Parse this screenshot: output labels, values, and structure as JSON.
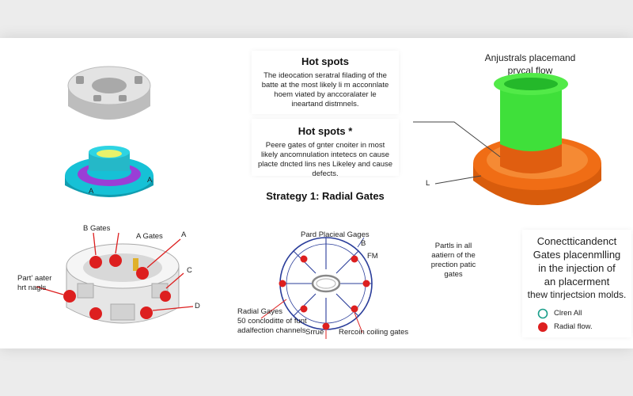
{
  "panel_hotspots_1": {
    "heading": "Hot spots",
    "body": "The ideocation seratral filading of the batte at the most likely li m acconnlate hoem viated by anccoralater le ineartand distmnels."
  },
  "panel_hotspots_2": {
    "heading": "Hot spots *",
    "body": "Peere gates of gnter cnoiter in most likely ancomnulation intetecs on cause placte dncted lins nes Likeley and cause defects."
  },
  "strategy": {
    "heading": "Strategy 1: Radial Gates"
  },
  "right_top": {
    "title_line1": "Anjustrals placemand",
    "title_line2": "prycal flow",
    "label_l": "L"
  },
  "left_labels": {
    "a1": "A",
    "a2": "A",
    "b_gates": "B Gates",
    "a_gates": "A Gates",
    "a3": "A",
    "c": "C",
    "d": "D",
    "part_line1": "Part’ aater",
    "part_line2": "hrt nagls"
  },
  "radial_diagram": {
    "top_label": "Pard Placieal Gages",
    "b": "B",
    "fm": "FM",
    "left_line1": "Radial Gayes",
    "left_line2": "50 concloditte of funt",
    "left_line3": "adalfection channels",
    "sprue": "Srrue",
    "cooling": "Rercoin coiling gates"
  },
  "parts_note": {
    "line1": "Partls in all",
    "line2": "aatiern of the",
    "line3": "prection patic",
    "line4": "gates"
  },
  "connect_note": {
    "line1": "Conectticandenct",
    "line2": "Gates placenmlling",
    "line3": "in the injection of",
    "line4": "an placerment",
    "line5": "thew tinrjectsion molds."
  },
  "legend": {
    "item1": "Clren All",
    "item2": "Radial flow."
  },
  "colors": {
    "teal": "#16c1d6",
    "purple": "#9a3ed6",
    "orange": "#f06d15",
    "green": "#3fe03a",
    "red": "#dd1f1f",
    "blue": "#2a3d9a",
    "legend_teal": "#1a9e8a"
  }
}
